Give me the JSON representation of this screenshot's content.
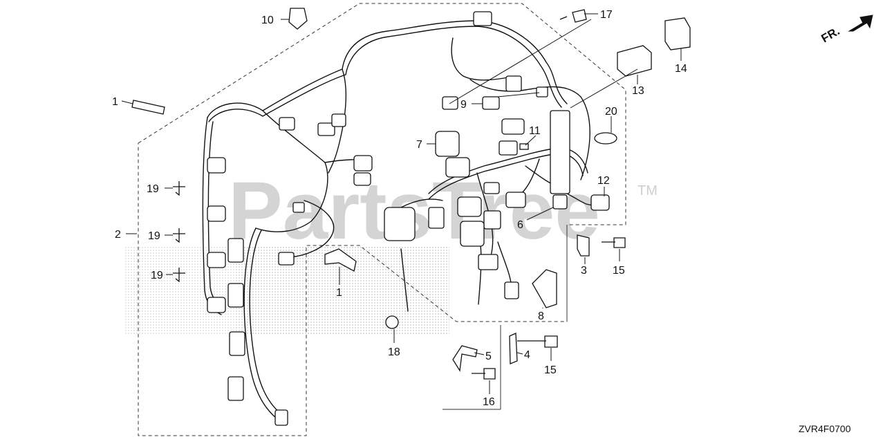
{
  "diagram": {
    "callouts": [
      {
        "id": "c10",
        "text": "10"
      },
      {
        "id": "c17",
        "text": "17"
      },
      {
        "id": "c14",
        "text": "14"
      },
      {
        "id": "c13",
        "text": "13"
      },
      {
        "id": "c1a",
        "text": "1"
      },
      {
        "id": "c9",
        "text": "9"
      },
      {
        "id": "c20",
        "text": "20"
      },
      {
        "id": "c7",
        "text": "7"
      },
      {
        "id": "c11",
        "text": "11"
      },
      {
        "id": "c12",
        "text": "12"
      },
      {
        "id": "c19a",
        "text": "19"
      },
      {
        "id": "c19b",
        "text": "19"
      },
      {
        "id": "c19c",
        "text": "19"
      },
      {
        "id": "c2",
        "text": "2"
      },
      {
        "id": "c6",
        "text": "6"
      },
      {
        "id": "c3",
        "text": "3"
      },
      {
        "id": "c15a",
        "text": "15"
      },
      {
        "id": "c1b",
        "text": "1"
      },
      {
        "id": "c8",
        "text": "8"
      },
      {
        "id": "c18",
        "text": "18"
      },
      {
        "id": "c5",
        "text": "5"
      },
      {
        "id": "c4",
        "text": "4"
      },
      {
        "id": "c15b",
        "text": "15"
      },
      {
        "id": "c16",
        "text": "16"
      }
    ],
    "front_marker": "FR.",
    "drawing_code": "ZVR4F0700",
    "watermark": {
      "text": "PartsTree",
      "trademark": "TM"
    }
  },
  "colors": {
    "line": "#111111",
    "watermark": "#d4d4d4",
    "dots": "#bdbdbd"
  }
}
